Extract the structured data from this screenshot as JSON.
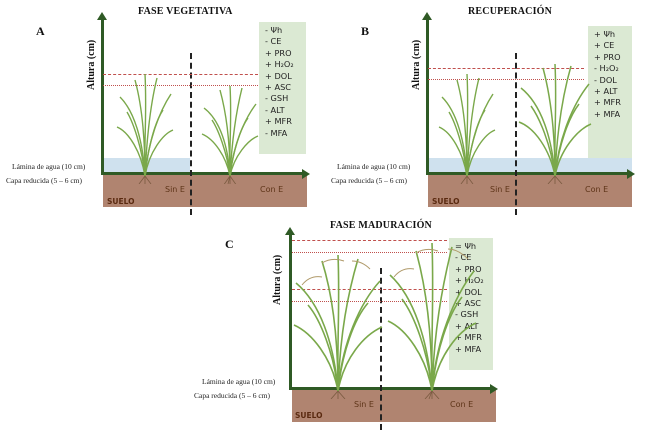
{
  "figure": {
    "panels": [
      {
        "id": "A",
        "letter": "A",
        "title": "FASE VEGETATIVA",
        "y_axis_label": "Altura (cm)",
        "water_label": "Lámina de agua (10 cm)",
        "reduced_layer_label": "Capa reducida (5 – 6 cm)",
        "soil_label": "SUELO",
        "treatments": [
          "Sin E",
          "Con E"
        ],
        "indicators": [
          "- Ψh",
          "- CE",
          "+ PRO",
          "+ H₂O₂",
          "+ DOL",
          "+ ASC",
          "- GSH",
          "- ALT",
          "+ MFR",
          "- MFA"
        ]
      },
      {
        "id": "B",
        "letter": "B",
        "title": "RECUPERACIÓN",
        "y_axis_label": "Altura (cm)",
        "water_label": "Lámina de agua (10 cm)",
        "reduced_layer_label": "Capa reducida (5 – 6 cm)",
        "soil_label": "SUELO",
        "treatments": [
          "Sin E",
          "Con E"
        ],
        "indicators": [
          "+ Ψh",
          "+ CE",
          "+ PRO",
          "- H₂O₂",
          "- DOL",
          "+ ALT",
          "+ MFR",
          "+ MFA"
        ]
      },
      {
        "id": "C",
        "letter": "C",
        "title": "FASE MADURACIÓN",
        "y_axis_label": "Altura (cm)",
        "water_label": "Lámina de agua (10 cm)",
        "reduced_layer_label": "Capa reducida (5 – 6 cm)",
        "soil_label": "SUELO",
        "treatments": [
          "Sin E",
          "Con E"
        ],
        "indicators": [
          "= Ψh",
          "- CE",
          "+ PRO",
          "+ H₂O₂",
          "+ DOL",
          "+ ASC",
          "- GSH",
          "+ ALT",
          "+ MFR",
          "+ MFA"
        ]
      }
    ]
  },
  "colors": {
    "axis": "#2f5a25",
    "soil": "#b08470",
    "water": "#cfe1ee",
    "legend_bg": "#dbe9d3",
    "reference_line": "#c0504d",
    "plant": "#7aa84a"
  }
}
